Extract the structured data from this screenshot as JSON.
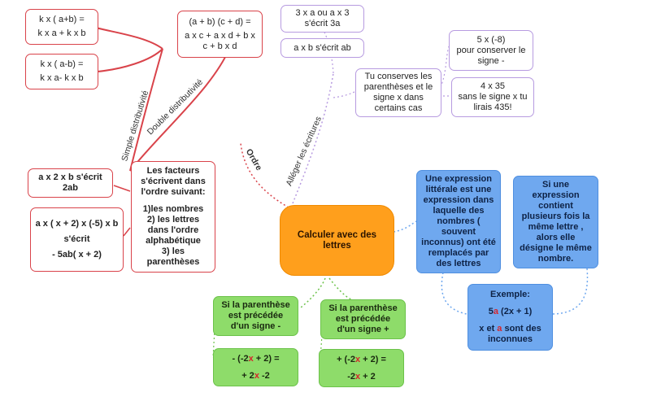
{
  "center": {
    "label": "Calculer avec des lettres"
  },
  "branch_labels": {
    "simple": "Simple distributivité",
    "double": "Double distributivité",
    "alleger": "Alléger les écritures",
    "ordre": "Ordre"
  },
  "simple": {
    "n1": {
      "line1": "k x ( a+b) =",
      "line2": "k x a + k x b"
    },
    "n2": {
      "line1": "k x ( a-b) =",
      "line2": "k x a- k x b"
    }
  },
  "double": {
    "line1": "(a + b) (c + d) =",
    "line2": "a x c + a x d + b x c + b x d"
  },
  "alleger": {
    "n1": {
      "line1": "3  x a ou a x 3",
      "line2": "s'écrit 3a"
    },
    "n2": "a x b s'écrit ab",
    "n3": "Tu conserves les parenthèses et le signe x dans certains cas",
    "n4": {
      "line1": "5 x (-8)",
      "line2": "pour conserver le signe -"
    },
    "n5": {
      "line1": "4 x 35",
      "line2": "sans le signe x tu lirais 435!"
    }
  },
  "ordre": {
    "main": {
      "line1": "Les facteurs s'écrivent dans l'ordre suivant:",
      "line2": "1)les nombres",
      "line3": "2) les lettres dans l'ordre alphabétique",
      "line4": "3) les parenthèses"
    },
    "ex1": {
      "line1": "a x 2 x b  s'écrit",
      "line2": "2ab"
    },
    "ex2": {
      "line1": "a x ( x + 2) x (-5) x b",
      "line2": "s'écrit",
      "line3": "- 5ab( x + 2)"
    }
  },
  "definition": {
    "n1": "Une expression littérale est une expression dans laquelle des nombres ( souvent inconnus) ont été remplacés par des lettres",
    "n2": "Si une expression contient plusieurs fois la même lettre , alors elle désigne le même nombre.",
    "example": {
      "title": "Exemple:",
      "expr_pre": "5",
      "expr_var": "a",
      "expr_post": " (2x + 1)",
      "note_pre": "x et ",
      "note_var": "a",
      "note_post": " sont des inconnues"
    }
  },
  "parentheses": {
    "minus": {
      "rule": "Si la parenthèse est précédée d'un signe -",
      "ex_a": "- (-2",
      "ex_x": "x",
      "ex_b": " + 2) =",
      "res_a": "+ 2",
      "res_x": "x",
      "res_b": " -2"
    },
    "plus": {
      "rule": "Si la parenthèse est précédée d'un signe +",
      "ex_a": "+ (-2",
      "ex_x": "x",
      "ex_b": " + 2) =",
      "res_a": "-2",
      "res_x": "x",
      "res_b": " + 2"
    }
  },
  "colors": {
    "red": "#d9434a",
    "purple": "#b79be0",
    "blue": "#6fa8ef",
    "green": "#8edc6a",
    "orange": "#ff9f1c"
  }
}
